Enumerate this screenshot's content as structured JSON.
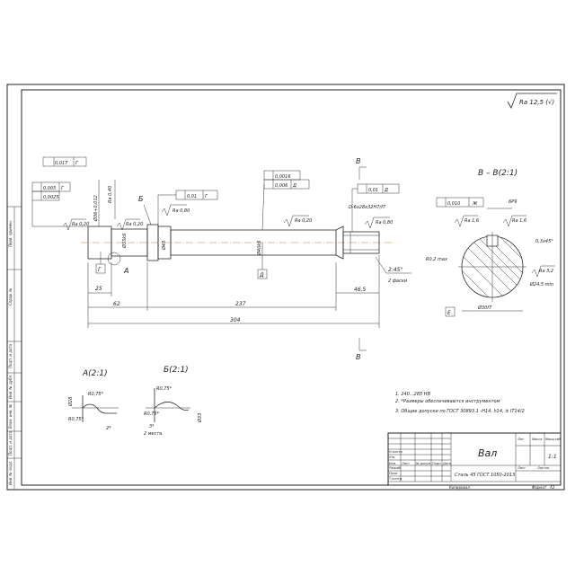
{
  "drawing": {
    "roughness_note": "Ra 12,5 (√)",
    "section_label": "B – B(2:1)",
    "view_a_label": "A(2:1)",
    "view_b_label": "Б(2:1)",
    "cut_marker": "B",
    "datum_g": "Г",
    "datum_d": "Д",
    "datum_e": "Е",
    "datum_zh": "Ж",
    "label_a": "A",
    "label_b": "Б"
  },
  "tolerances": {
    "runout_1": "0,017",
    "profile_1": "0,005",
    "cyl_1": "0,0025",
    "runout_2": "0,01",
    "runout_3": "0,0016",
    "cyl_3": "0,006",
    "runout_4": "0,01",
    "sym": "0,010"
  },
  "roughness": {
    "r1": "Ra 0,20",
    "r2": "Ra 0,20",
    "r3": "Ra 0,80",
    "r4": "Ra 0,20",
    "r5": "Ra 0,80",
    "r6": "Ra 1,6",
    "r7": "Ra 1,6",
    "r8": "Ra 3,2",
    "r9": "Ra 0,40"
  },
  "dimensions": {
    "d1": "25",
    "d2": "62",
    "d3": "237",
    "d4": "304",
    "d5": "46,5",
    "d6": "2:45°",
    "d6b": "2 фаски",
    "spline": "D-6х28х32Н7/f7",
    "dia1": "Ø36+0,012",
    "dia2": "Ø45",
    "dia3": "Ø35k6",
    "dia4": "Ø40k6",
    "chamfer": "0,3х45°",
    "fillet": "R0,2 max",
    "keyway": "6Р9",
    "depth": "Ø24,5 min",
    "hole": "Ø30f7",
    "ra_a1": "R0,75*",
    "ra_a2": "R0,75*",
    "ra_a3": "Ø28",
    "ra_a4": "2*",
    "ra_b1": "R0,75*",
    "ra_b2": "R0,75*",
    "ra_b3": "3*",
    "ra_b4": "2 места",
    "ra_b5": "Ø33"
  },
  "notes": {
    "n1": "1. 240...285 HB",
    "n2": "2. *Размеры обеспечиваются инструментом",
    "n3": "3. Общие допуски по ГОСТ 30893.1 -H14, h14, ± IT14/2"
  },
  "titleblock": {
    "name": "Вал",
    "material": "Сталь 45 ГОСТ 1050-2013",
    "lit": "Лит.",
    "mass": "Масса",
    "scale": "Масштаб",
    "scale_value": "1:1",
    "sheet": "Лист",
    "sheets": "Листов",
    "copied": "Копировал",
    "format": "Формат",
    "format_value": "А3",
    "rows": [
      "Изм.",
      "Лист",
      "№ докум.",
      "Подп.",
      "Дата"
    ],
    "roles": [
      "Разраб.",
      "Пров.",
      "Т.контр.",
      "Н.контр.",
      "Утв."
    ]
  },
  "sidebar": {
    "s1": "Перв. примен.",
    "s2": "Справ. №",
    "s3": "Подп. и дата",
    "s4": "Инв. № дубл.",
    "s5": "Взам. инв. №",
    "s6": "Подп. и дата",
    "s7": "Инв. № подл."
  }
}
